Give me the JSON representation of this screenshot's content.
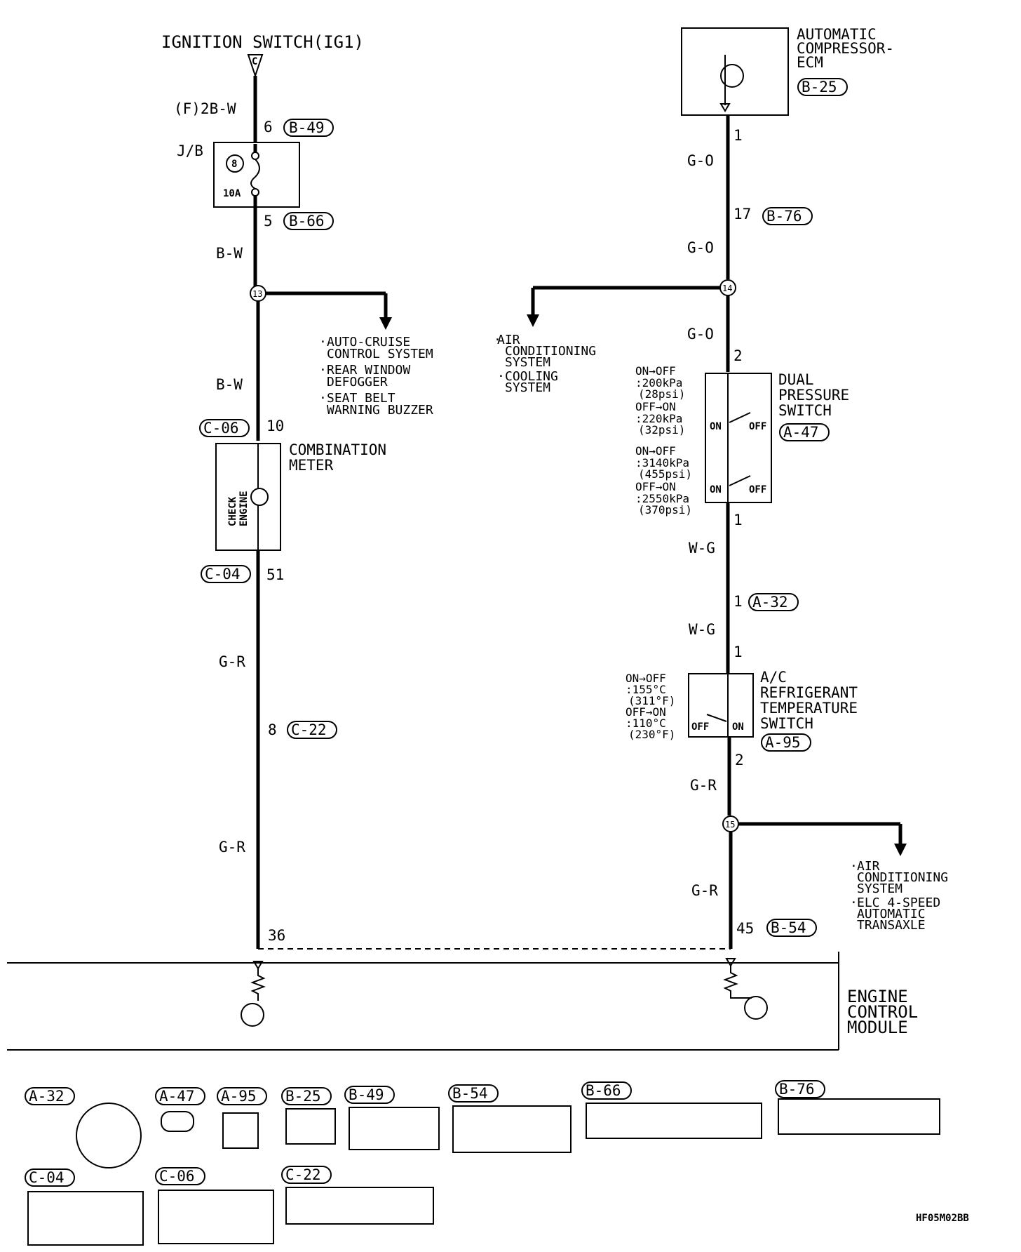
{
  "top_left": {
    "source_label": "IGNITION SWITCH(IG1)",
    "source_pin": "C",
    "wire_1": "(F)2B-W",
    "jb_label": "J/B",
    "fuse_no": "8",
    "fuse_rating": "10A",
    "pin_6": "6",
    "conn_b49": "B-49",
    "pin_5": "5",
    "conn_b66": "B-66",
    "wire_2": "B-W",
    "junction_13": "13",
    "wire_3": "B-W",
    "branch_list": [
      "AUTO-CRUISE",
      "CONTROL SYSTEM",
      "REAR WINDOW",
      "DEFOGGER",
      "SEAT BELT",
      "WARNING BUZZER"
    ],
    "conn_c06": "C-06",
    "pin_10": "10",
    "meter_label_1": "COMBINATION",
    "meter_label_2": "METER",
    "lamp_label_1": "CHECK",
    "lamp_label_2": "ENGINE",
    "conn_c04": "C-04",
    "pin_51": "51",
    "wire_4": "G-R",
    "pin_8": "8",
    "conn_c22": "C-22",
    "wire_5": "G-R",
    "pin_36": "36"
  },
  "top_right": {
    "ecm_label_1": "AUTOMATIC",
    "ecm_label_2": "COMPRESSOR-",
    "ecm_label_3": "ECM",
    "conn_b25": "B-25",
    "pin_1a": "1",
    "wire_1": "G-O",
    "pin_17": "17",
    "conn_b76": "B-76",
    "wire_2": "G-O",
    "junction_14": "14",
    "branch_list": [
      "AIR",
      "CONDITIONING",
      "SYSTEM",
      "COOLING",
      "SYSTEM"
    ],
    "wire_3": "G-O",
    "pin_2a": "2",
    "dps_label_1": "DUAL",
    "dps_label_2": "PRESSURE",
    "dps_label_3": "SWITCH",
    "conn_a47": "A-47",
    "dps_specs": [
      "ON→OFF",
      ":200kPa",
      "(28psi)",
      "OFF→ON",
      ":220kPa",
      "(32psi)",
      "ON→OFF",
      ":3140kPa",
      "(455psi)",
      "OFF→ON",
      ":2550kPa",
      "(370psi)"
    ],
    "on": "ON",
    "off": "OFF",
    "pin_1b": "1",
    "wire_4": "W-G",
    "pin_1c": "1",
    "conn_a32": "A-32",
    "wire_5": "W-G",
    "pin_1d": "1",
    "acr_label_1": "A/C",
    "acr_label_2": "REFRIGERANT",
    "acr_label_3": "TEMPERATURE",
    "acr_label_4": "SWITCH",
    "conn_a95": "A-95",
    "acr_specs": [
      "ON→OFF",
      ":155°C",
      "(311°F)",
      "OFF→ON",
      ":110°C",
      "(230°F)"
    ],
    "pin_2b": "2",
    "wire_6": "G-R",
    "junction_15": "15",
    "branch_list_2": [
      "AIR",
      "CONDITIONING",
      "SYSTEM",
      "ELC 4-SPEED",
      "AUTOMATIC",
      "TRANSAXLE"
    ],
    "wire_7": "G-R",
    "pin_45": "45",
    "conn_b54": "B-54"
  },
  "ecm": {
    "label_1": "ENGINE",
    "label_2": "CONTROL",
    "label_3": "MODULE"
  },
  "connectors": {
    "a32": "A-32",
    "a47": "A-47",
    "a95": "A-95",
    "b25": "B-25",
    "b49": "B-49",
    "b54": "B-54",
    "b66": "B-66",
    "b76": "B-76",
    "c04": "C-04",
    "c06": "C-06",
    "c22": "C-22"
  },
  "figure_id": "HF05M02BB"
}
